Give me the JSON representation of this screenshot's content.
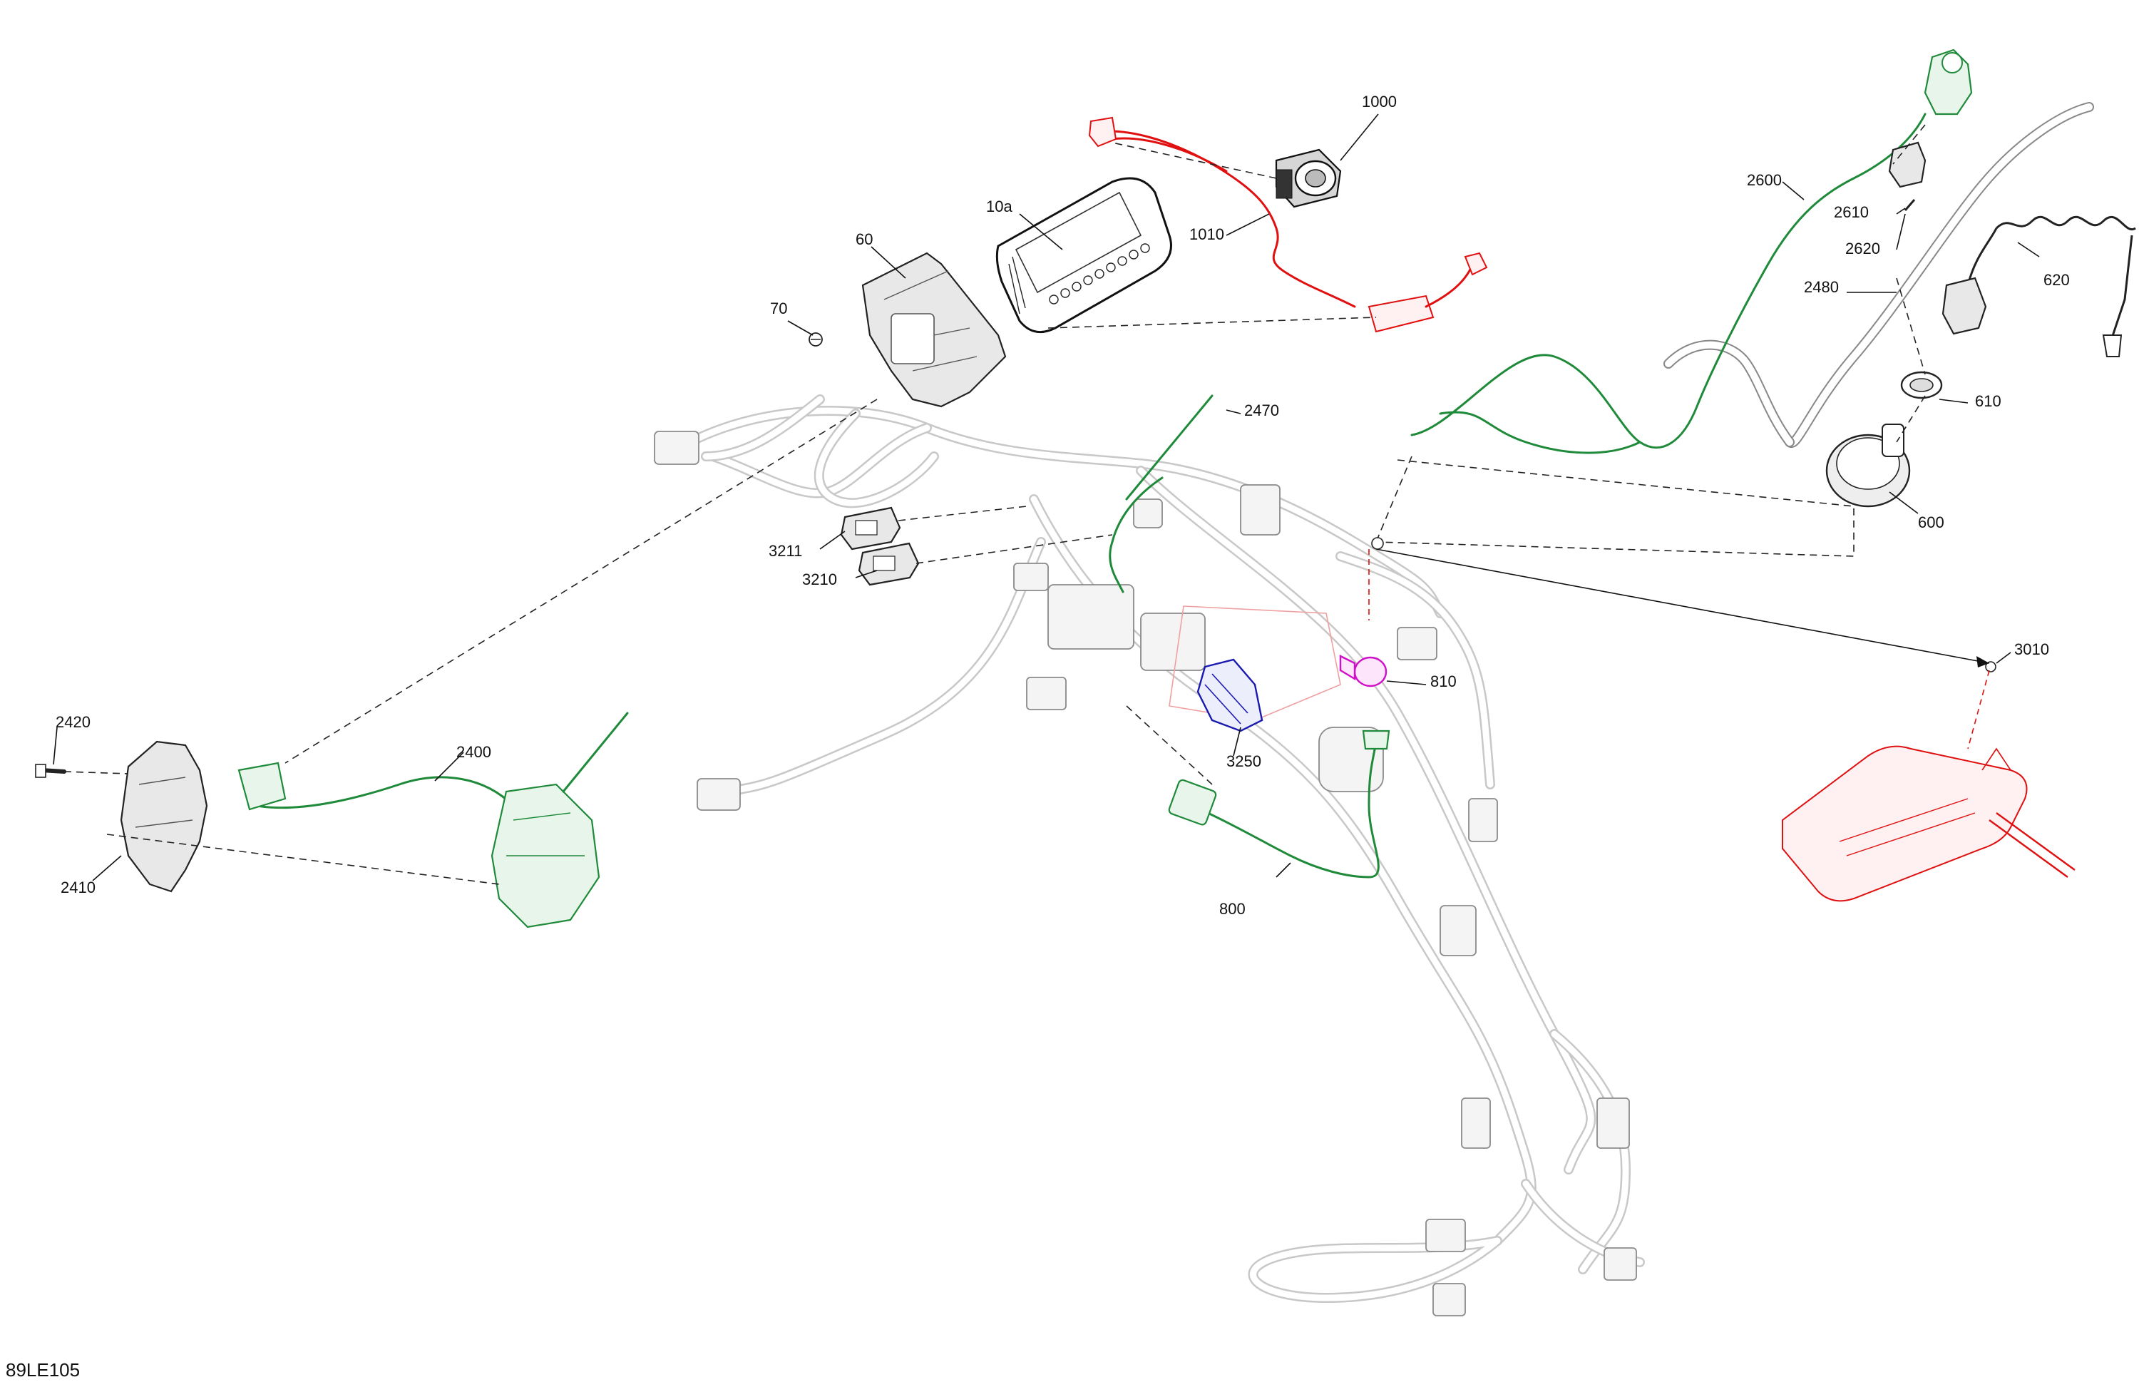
{
  "figure_id": "89LE105",
  "callouts": [
    {
      "key": "c1000",
      "label": "1000"
    },
    {
      "key": "c10a",
      "label": "10a"
    },
    {
      "key": "c1010",
      "label": "1010"
    },
    {
      "key": "c60",
      "label": "60"
    },
    {
      "key": "c70",
      "label": "70"
    },
    {
      "key": "c2600",
      "label": "2600"
    },
    {
      "key": "c2610",
      "label": "2610"
    },
    {
      "key": "c2620",
      "label": "2620"
    },
    {
      "key": "c620",
      "label": "620"
    },
    {
      "key": "c2480",
      "label": "2480"
    },
    {
      "key": "c610",
      "label": "610"
    },
    {
      "key": "c600",
      "label": "600"
    },
    {
      "key": "c2470",
      "label": "2470"
    },
    {
      "key": "c3211",
      "label": "3211"
    },
    {
      "key": "c3210",
      "label": "3210"
    },
    {
      "key": "c3010",
      "label": "3010"
    },
    {
      "key": "c810",
      "label": "810"
    },
    {
      "key": "c3250",
      "label": "3250"
    },
    {
      "key": "c2420",
      "label": "2420"
    },
    {
      "key": "c2400",
      "label": "2400"
    },
    {
      "key": "c2410",
      "label": "2410"
    },
    {
      "key": "c800",
      "label": "800"
    }
  ],
  "colors": {
    "harness": "#c8c8c8",
    "highlight_green": "#1f8a3a",
    "highlight_red": "#e01010",
    "highlight_blue": "#1a1ab0",
    "highlight_magenta": "#d010c8",
    "outline": "#222222"
  }
}
